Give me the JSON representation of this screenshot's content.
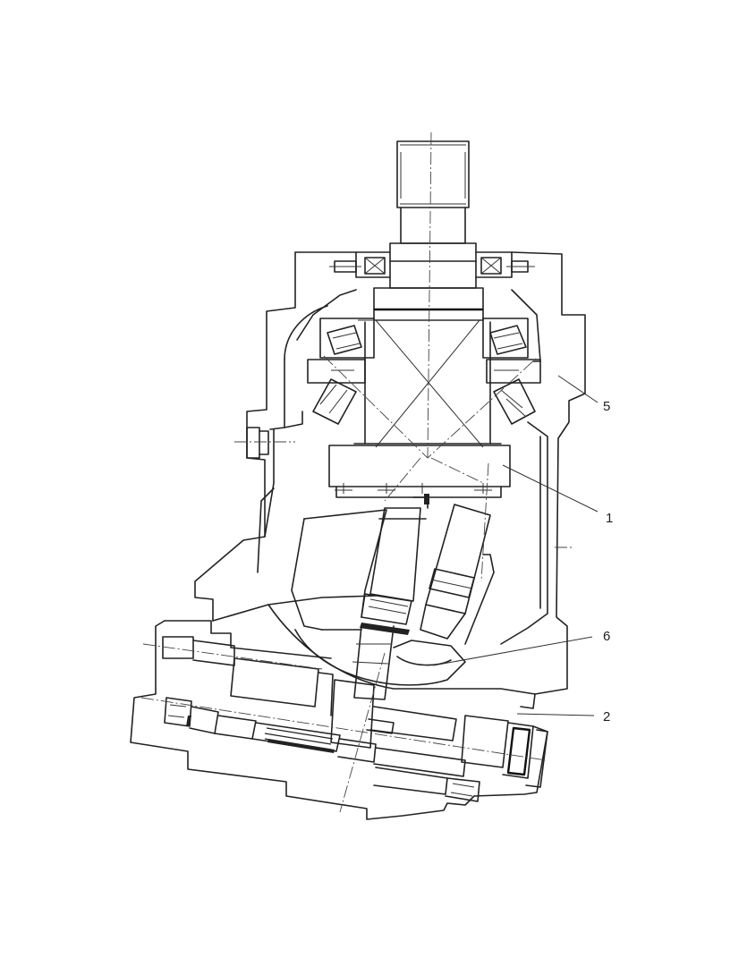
{
  "callouts": [
    {
      "id": "callout-5",
      "text": "5"
    },
    {
      "id": "callout-1",
      "text": "1"
    },
    {
      "id": "callout-6",
      "text": "6"
    },
    {
      "id": "callout-2",
      "text": "2"
    }
  ]
}
